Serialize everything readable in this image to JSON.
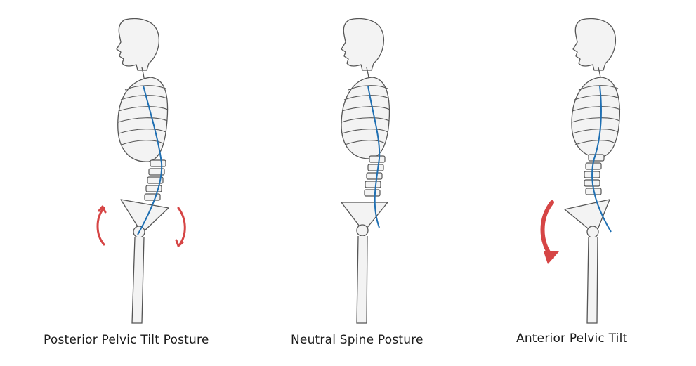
{
  "figures": [
    {
      "caption": "Posterior Pelvic Tilt Posture"
    },
    {
      "caption": "Neutral Spine Posture"
    },
    {
      "caption": "Anterior Pelvic Tilt"
    }
  ],
  "colors": {
    "outline": "#555555",
    "fill": "#f3f3f3",
    "spine_curve": "#1f6fb2",
    "arrow": "#d64545"
  },
  "icons": [
    "rotation-arrow-icon"
  ]
}
